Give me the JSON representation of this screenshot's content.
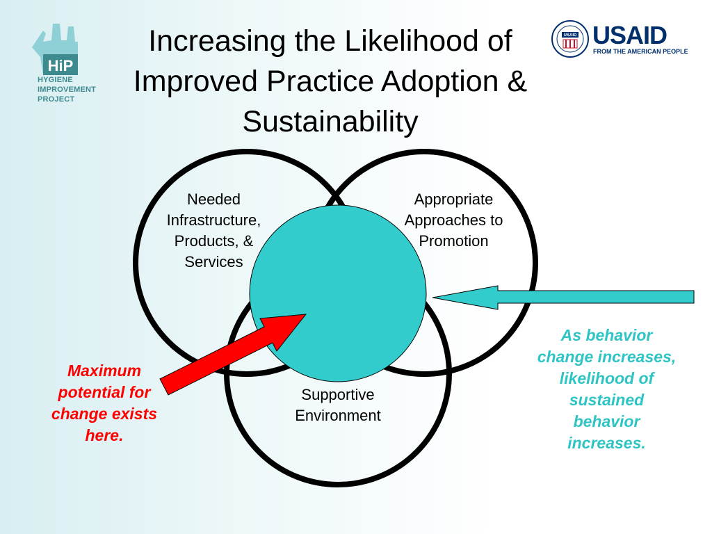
{
  "title": {
    "line1": "Increasing the Likelihood of",
    "line2": "Improved Practice Adoption &",
    "line3": "Sustainability"
  },
  "hip_logo": {
    "icon": "hand-icon",
    "monogram": "HiP",
    "line1": "HYGIENE",
    "line2": "IMPROVEMENT",
    "line3": "PROJECT"
  },
  "usaid_logo": {
    "seal_icon": "usaid-seal-icon",
    "seal_text": "USAID",
    "word": "USAID",
    "tagline": "FROM THE AMERICAN PEOPLE"
  },
  "diagram": {
    "circle_left": [
      "Needed",
      "Infrastructure,",
      "Products, &",
      "Services"
    ],
    "circle_right": [
      "Appropriate",
      "Approaches to",
      "Promotion"
    ],
    "circle_bottom": [
      "Supportive",
      "Environment"
    ]
  },
  "notes": {
    "red": [
      "Maximum",
      "potential for",
      "change exists",
      "here."
    ],
    "teal": [
      "As behavior",
      "change increases,",
      "likelihood of",
      "sustained",
      "behavior",
      "increases."
    ]
  },
  "colors": {
    "center_fill": "#33cccc",
    "arrow_red": "#ff0000",
    "arrow_teal": "#33cccc",
    "circle_stroke": "#000000"
  }
}
